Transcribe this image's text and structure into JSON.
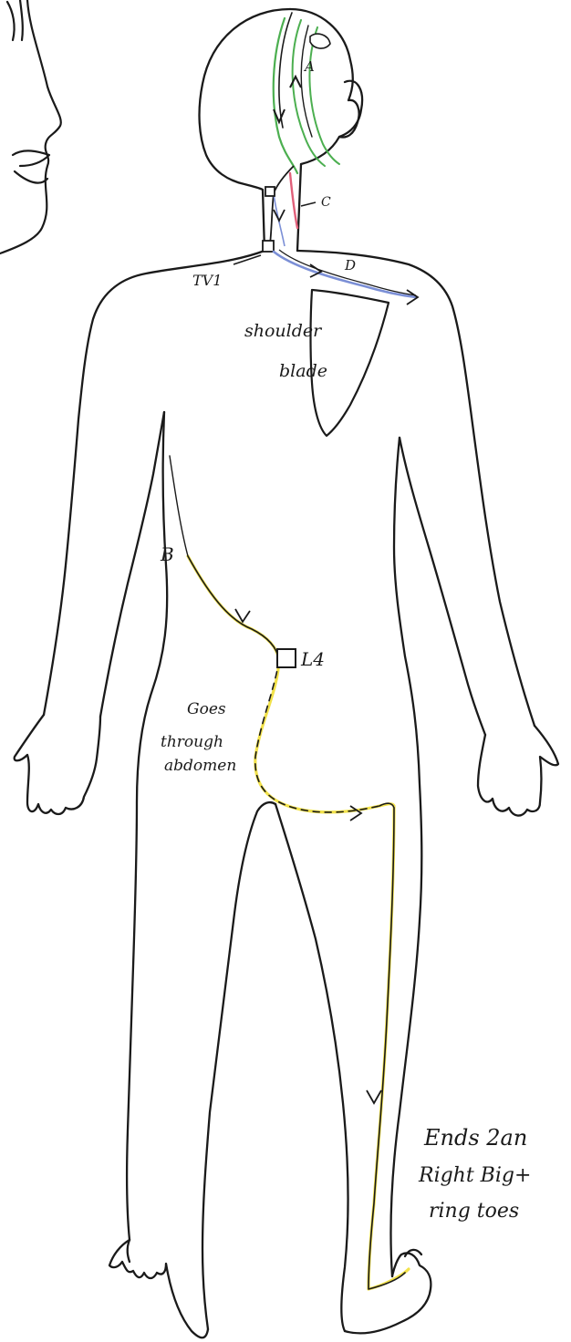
{
  "colors": {
    "ink": "#1a1a1a",
    "path_A": "#4caf50",
    "path_B": "#f2e24a",
    "path_C": "#e0607a",
    "path_D": "#7b8fd6",
    "background": "#ffffff"
  },
  "labels": {
    "path_a": "A",
    "path_b": "B",
    "path_c": "C",
    "path_d": "D",
    "tv1": "TV1",
    "shoulder_blade_line1": "shoulder",
    "shoulder_blade_line2": "blade",
    "l4": "L4",
    "abdomen_line1": "Goes",
    "abdomen_line2": "through",
    "abdomen_line3": "abdomen",
    "ends_line1": "Ends 2an",
    "ends_line2": "Right Big+",
    "ends_line3": "ring toes"
  }
}
